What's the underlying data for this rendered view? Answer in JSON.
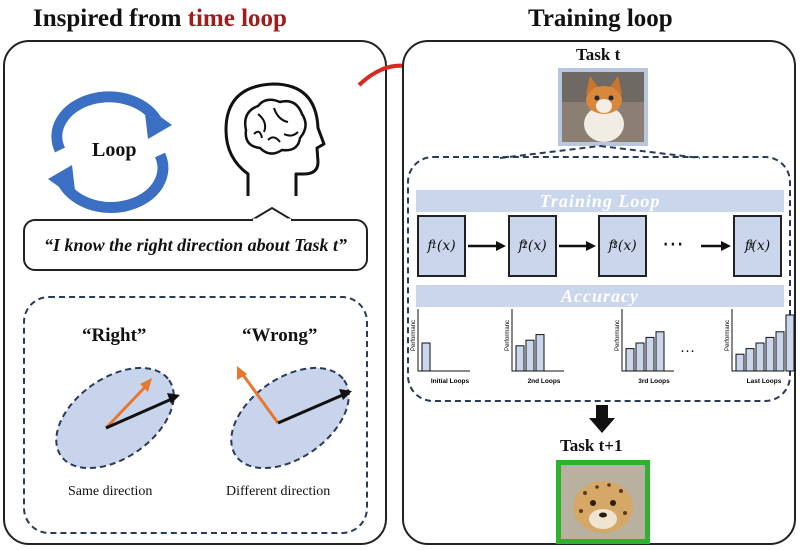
{
  "left": {
    "title_prefix": "Inspired from ",
    "title_highlight": "time loop",
    "highlight_color": "#a11c1c",
    "loop_label": "Loop",
    "quote": "“I know the right direction about Task t”",
    "right_label": "“Right”",
    "wrong_label": "“Wrong”",
    "same_direction": "Same direction",
    "different_direction": "Different direction"
  },
  "right": {
    "title": "Training loop",
    "task_t": "Task t",
    "task_next": "Task t+1",
    "training_loop_band": "Training Loop",
    "accuracy_band": "Accuracy",
    "functions": [
      {
        "base": "f",
        "sup": "t",
        "sub": "1",
        "arg": "(x)"
      },
      {
        "base": "f",
        "sup": "t",
        "sub": "2",
        "arg": "(x)"
      },
      {
        "base": "f",
        "sup": "t",
        "sub": "3",
        "arg": "(x)"
      },
      {
        "base": "f",
        "sup": "t",
        "sub": "j",
        "arg": "(x)"
      }
    ],
    "ellipsis": "⋯",
    "dots": "…",
    "charts": [
      {
        "label": "Initial Loops",
        "ylabel": "Performanc",
        "bars": [
          0.5
        ]
      },
      {
        "label": "2nd Loops",
        "ylabel": "Performanc",
        "bars": [
          0.45,
          0.55,
          0.65
        ]
      },
      {
        "label": "3rd Loops",
        "ylabel": "Performanc",
        "bars": [
          0.4,
          0.5,
          0.6,
          0.7
        ]
      },
      {
        "label": "Last Loops",
        "ylabel": "Performanc",
        "bars": [
          0.3,
          0.4,
          0.5,
          0.6,
          0.7,
          1.0
        ]
      }
    ]
  },
  "colors": {
    "band": "#c9d6ec",
    "ellipse_fill": "#c8d4ec",
    "orange_arrow": "#e8772e",
    "loop_arrow": "#3a6fc4",
    "curved_arrow": "#d62a22",
    "photo_frame_t": "#b9c6df",
    "photo_frame_next": "#2fb12f"
  }
}
